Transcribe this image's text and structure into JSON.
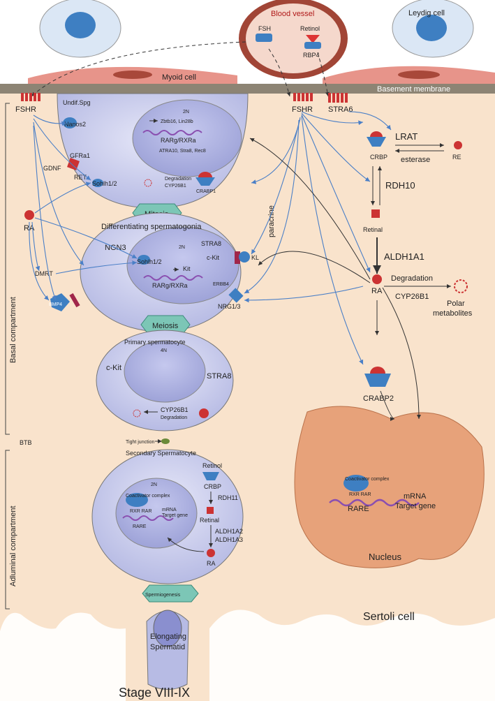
{
  "top": {
    "blood_vessel": "Blood vessel",
    "fsh": "FSH",
    "retinol": "Retinol",
    "rbp4": "RBP4",
    "leydig_cell": "Leydig cell",
    "myoid_cell": "Myoid cell",
    "basement_membrane": "Basement membrane"
  },
  "compartments": {
    "basal": "Basal compartment",
    "adluminal": "Adluminal compartment",
    "btb": "BTB",
    "tight_junction": "Tight junction"
  },
  "left": {
    "fshr": "FSHR",
    "undif_spg": "Undif.Spg",
    "nanos2": "Nanos2",
    "gdnf": "GDNF",
    "gfra1": "GFRa1",
    "ret": "RET",
    "sohlh": "Sohlh1/2",
    "ra": "RA",
    "dmrt": "DMRT",
    "bmp4": "BMP4"
  },
  "undif_cell": {
    "ploidy": "2N",
    "zbtb": "Zbtb16, Lin28b",
    "rar": "RARg/RXRa",
    "targets": "ATRA10, Stra8, Rec8",
    "degradation": "Degradation",
    "cyp": "CYP26B1",
    "crabp1": "CRABP1"
  },
  "mitosis": "Mitosis",
  "diff_cell": {
    "title": "Differentiating spermatogonia",
    "ngn3": "NGN3",
    "ploidy": "2N",
    "stra8": "STRA8",
    "sohlh": "Sohlh1/2",
    "kit": "Kit",
    "ckit": "c-Kit",
    "kl": "KL",
    "rar": "RARg/RXRa",
    "erbb4": "ERBB4",
    "nrg": "NRG1/3"
  },
  "meiosis": "Meiosis",
  "primary": {
    "title": "Primary spermatocyte",
    "ploidy": "4N",
    "ckit": "c-Kit",
    "stra8": "STRA8",
    "cyp": "CYP26B1",
    "degradation": "Degradation"
  },
  "secondary": {
    "title": "Secondary Spermatocyte",
    "ploidy": "2N",
    "coactivator": "Coactivator complex",
    "rxr": "RXR RAR",
    "rare": "RARE",
    "mrna": "mRNA",
    "target": "Target gene",
    "retinol": "Retinol",
    "crbp": "CRBP",
    "rdh11": "RDH11",
    "retinal": "Retinal",
    "aldh1a2": "ALDH1A2",
    "aldh1a3": "ALDH1A3",
    "ra": "RA"
  },
  "spermiogenesis": "Spermiogenesis",
  "bottom": {
    "elongating": "Elongating",
    "spermatid": "Spermatid",
    "stage": "Stage VIII-IX",
    "sertoli": "Sertoli cell"
  },
  "right": {
    "fshr": "FSHR",
    "stra6": "STRA6",
    "lrat": "LRAT",
    "esterase": "esterase",
    "re": "RE",
    "crbp": "CRBP",
    "rdh10": "RDH10",
    "retinal": "Retinal",
    "aldh1a1": "ALDH1A1",
    "ra": "RA",
    "degradation": "Degradation",
    "cyp": "CYP26B1",
    "polar1": "Polar",
    "polar2": "metabolites",
    "crabp2": "CRABP2",
    "paracrine": "paracrine"
  },
  "nucleus": {
    "label": "Nucleus",
    "coactivator": "Coactivator complex",
    "rxr": "RXR RAR",
    "rare": "RARE",
    "mrna": "mRNA",
    "target": "Target gene"
  },
  "colors": {
    "sertoli_bg": "#f9e3cc",
    "cell_fill": "#c9cbeb",
    "nucleus_fill": "#aeb2e0",
    "vessel": "#a14536",
    "myoid": "#e7948a",
    "membrane": "#8d8474",
    "arrow": "#4a7fc7",
    "teal_box": "#7cc6b6",
    "sertoli_nucleus": "#e7a27a"
  }
}
